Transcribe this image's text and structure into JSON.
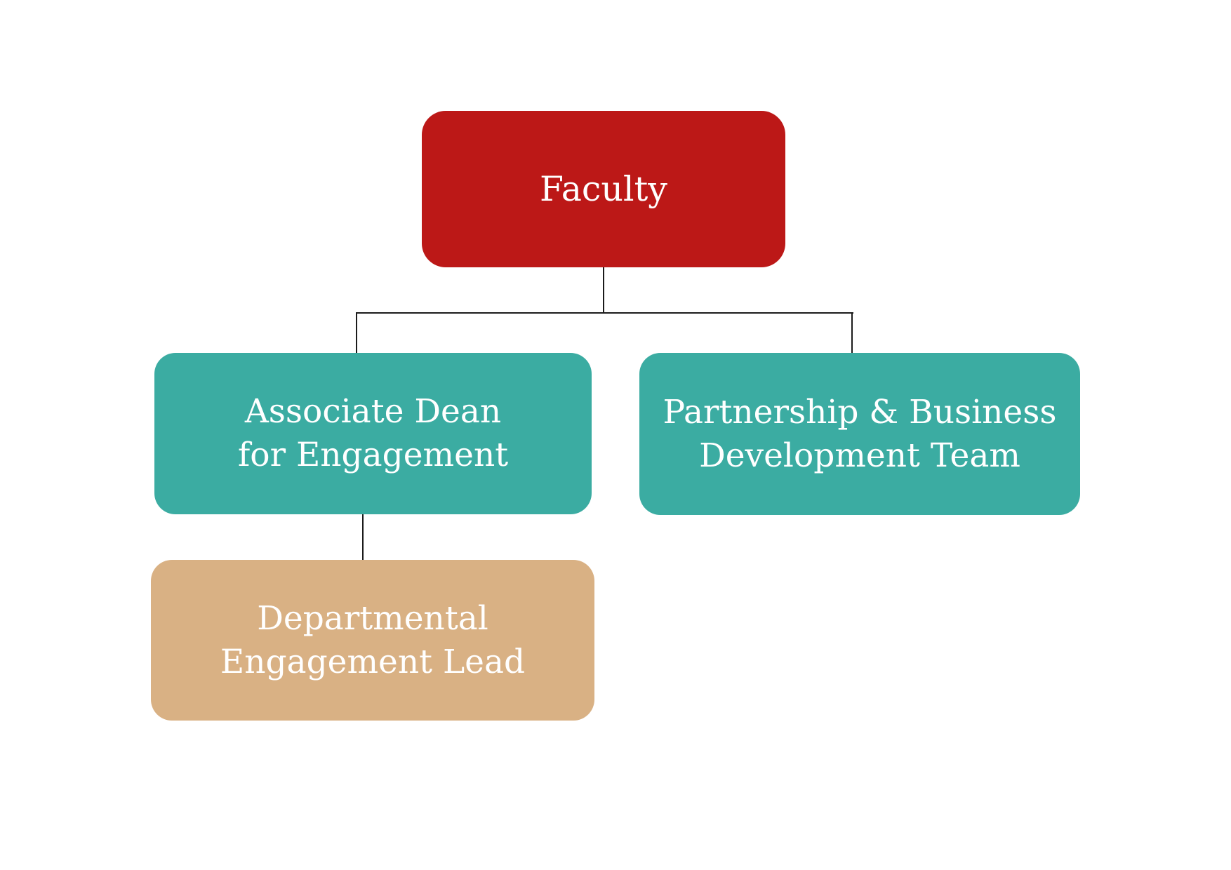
{
  "diagram": {
    "type": "org-chart",
    "background_color": "#FFFFFF",
    "connector_color": "#1B1B1B",
    "text_color": "#FFFFFF",
    "nodes": {
      "faculty": {
        "label": "Faculty",
        "color": "#BC1817",
        "level": 1
      },
      "associate_dean": {
        "label": "Associate Dean for Engagement",
        "line1": "Associate Dean",
        "line2": "for Engagement",
        "color": "#3BACA2",
        "level": 2
      },
      "partnership_team": {
        "label": "Partnership & Business Development Team",
        "line1": "Partnership & Business",
        "line2": "Development Team",
        "color": "#3BACA2",
        "level": 2
      },
      "departmental_lead": {
        "label": "Departmental Engagement Lead",
        "line1": "Departmental",
        "line2": "Engagement Lead",
        "color": "#D9B184",
        "level": 3
      }
    },
    "edges": [
      {
        "from": "faculty",
        "to": "associate_dean"
      },
      {
        "from": "faculty",
        "to": "partnership_team"
      },
      {
        "from": "associate_dean",
        "to": "departmental_lead"
      }
    ]
  }
}
